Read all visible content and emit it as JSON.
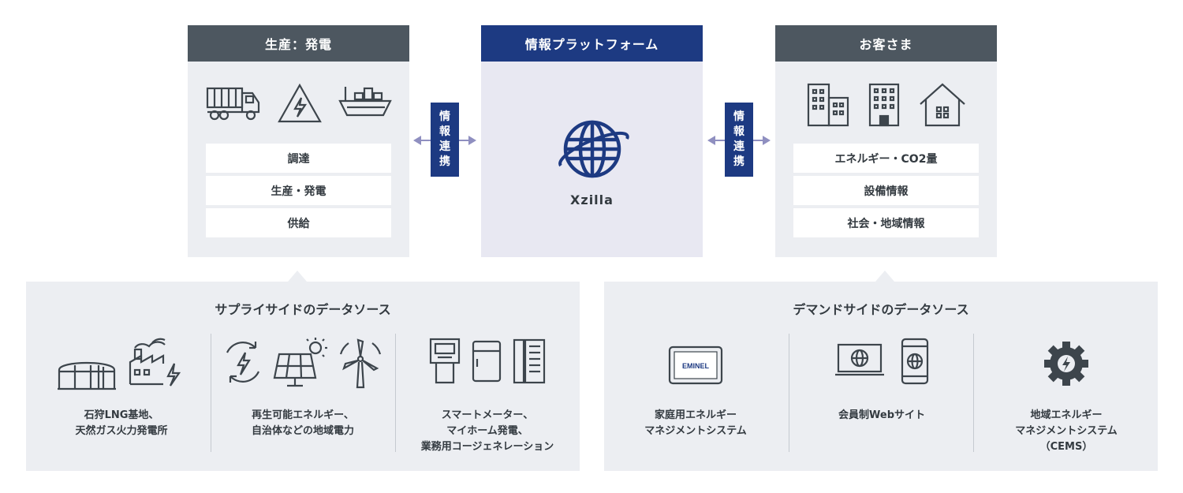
{
  "supply_panel": {
    "title": "生産：発電",
    "icons": [
      "dump-truck-icon",
      "high-voltage-icon",
      "cargo-ship-icon"
    ],
    "items": [
      "調達",
      "生産・発電",
      "供給"
    ]
  },
  "platform_panel": {
    "title": "情報プラットフォーム",
    "icon": "globe-icon",
    "name": "Xzilla"
  },
  "customer_panel": {
    "title": "お客さま",
    "icons": [
      "office-buildings-icon",
      "apartment-building-icon",
      "house-icon"
    ],
    "items": [
      "エネルギー・CO2量",
      "設備情報",
      "社会・地域情報"
    ]
  },
  "links": {
    "left": [
      "情",
      "報",
      "連",
      "携"
    ],
    "right": [
      "情",
      "報",
      "連",
      "携"
    ]
  },
  "supply_sources": {
    "title": "サプライサイドのデータソース",
    "columns": [
      {
        "label": "石狩LNG基地、\n天然ガス火力発電所",
        "icons": [
          "lng-tank-icon",
          "power-plant-icon"
        ]
      },
      {
        "label": "再生可能エネルギー、\n自治体などの地域電力",
        "icons": [
          "renewable-cycle-icon",
          "solar-panel-icon",
          "wind-turbine-icon"
        ]
      },
      {
        "label": "スマートメーター、\nマイホーム発電、\n業務用コージェネレーション",
        "icons": [
          "smart-meter-icon",
          "fuel-cell-icon",
          "cogeneration-icon"
        ]
      }
    ]
  },
  "demand_sources": {
    "title": "デマンドサイドのデータソース",
    "columns": [
      {
        "label": "家庭用エネルギー\nマネジメントシステム",
        "device_text": "EMINEL",
        "icons": [
          "tablet-icon"
        ]
      },
      {
        "label": "会員制Webサイト",
        "icons": [
          "laptop-globe-icon",
          "phone-globe-icon"
        ]
      },
      {
        "label": "地域エネルギー\nマネジメントシステム\n（CEMS）",
        "icons": [
          "gear-bolt-icon"
        ]
      }
    ]
  },
  "colors": {
    "navy": "#1d3a82",
    "dark_gray": "#4d5760",
    "panel_bg": "#eceef2",
    "platform_bg": "#e8e8f2",
    "arrow": "#8f8fc0"
  }
}
